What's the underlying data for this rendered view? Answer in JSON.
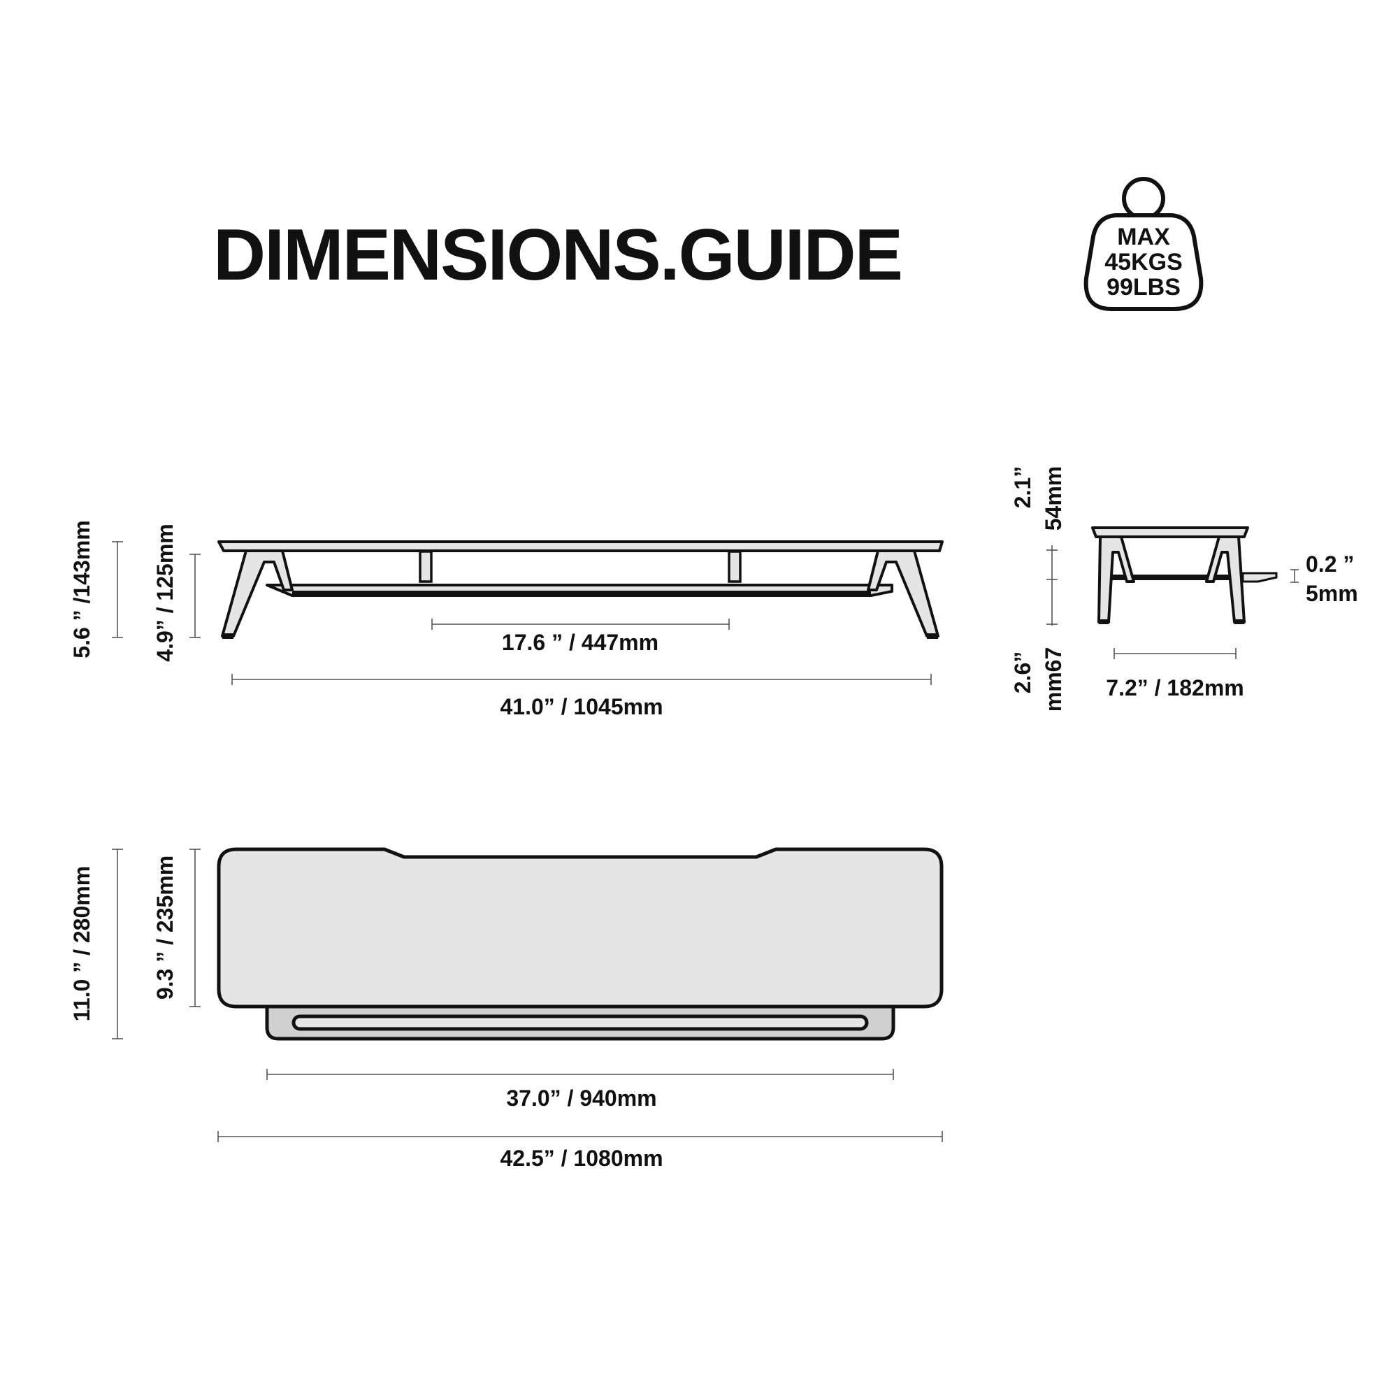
{
  "title": "DIMENSIONS.GUIDE",
  "max_load_badge": {
    "line1": "MAX",
    "line2": "45KGS",
    "line3": "99LBS"
  },
  "front_view": {
    "overall_height": "5.6 ” /143mm",
    "leg_height": "4.9” / 125mm",
    "inner_span": "17.6 ” / 447mm",
    "overall_width": "41.0” / 1045mm"
  },
  "side_view": {
    "top_thickness_in": "2.1”",
    "top_thickness_mm": "54mm",
    "leg_height_in": "2.6”",
    "leg_height_mm": "mm67",
    "gap_in": "0.2 ”",
    "gap_mm": "5mm",
    "depth": "7.2” / 182mm"
  },
  "top_view": {
    "overall_depth": "11.0 ” / 280mm",
    "top_depth": "9.3 ” / 235mm",
    "drawer_width": "37.0” / 940mm",
    "overall_width": "42.5” / 1080mm"
  },
  "colors": {
    "ink": "#111111",
    "panel_fill": "#e5e5e5",
    "drawer_fill": "#d0d0d0",
    "guide_line": "#555555"
  }
}
